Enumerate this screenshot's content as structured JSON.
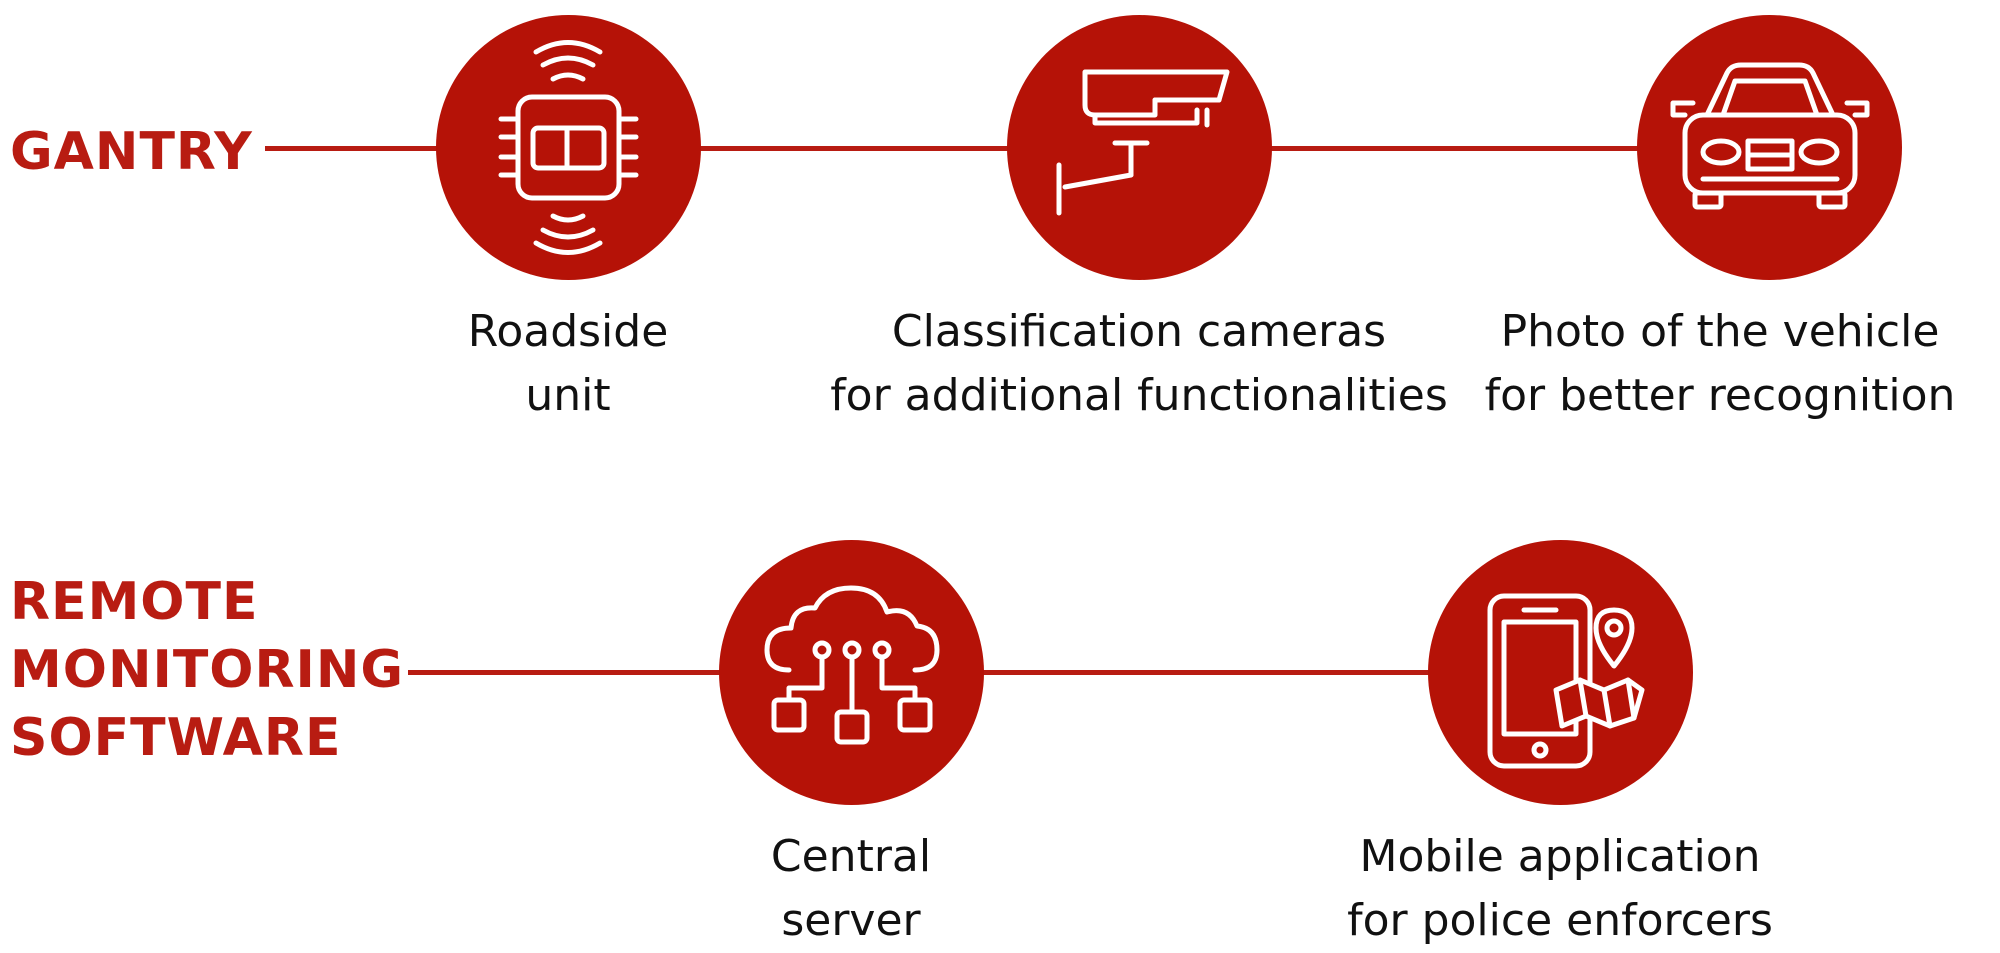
{
  "groups": {
    "gantry": {
      "label": [
        "GANTRY"
      ],
      "nodes": [
        {
          "icon": "chip-wireless-icon",
          "caption": [
            "Roadside",
            "unit"
          ]
        },
        {
          "icon": "security-camera-icon",
          "caption": [
            "Classification cameras",
            "for additional functionalities"
          ]
        },
        {
          "icon": "car-front-icon",
          "caption": [
            "Photo of the vehicle",
            "for better recognition"
          ]
        }
      ]
    },
    "remote": {
      "label": [
        "REMOTE",
        "MONITORING",
        "SOFTWARE"
      ],
      "nodes": [
        {
          "icon": "cloud-network-icon",
          "caption": [
            "Central",
            "server"
          ]
        },
        {
          "icon": "phone-map-icon",
          "caption": [
            "Mobile application",
            "for police enforcers"
          ]
        }
      ]
    }
  },
  "colors": {
    "accent": "#b51207",
    "text": "#111111",
    "icon": "#ffffff"
  }
}
